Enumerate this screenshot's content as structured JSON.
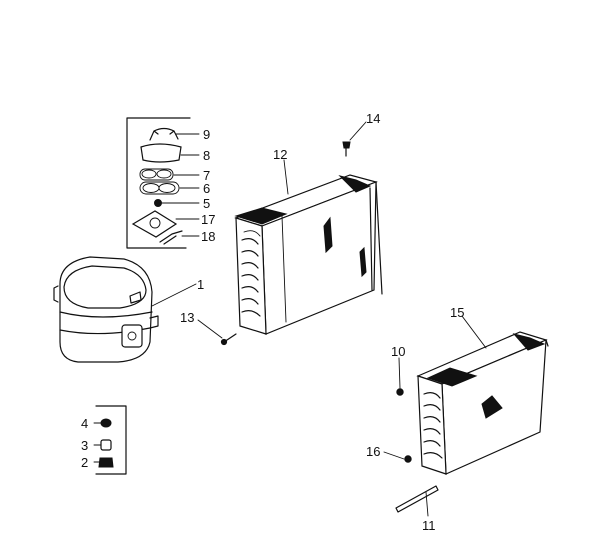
{
  "colors": {
    "ink": "#111111",
    "paper": "#ffffff"
  },
  "callouts": {
    "c1": "1",
    "c2": "2",
    "c3": "3",
    "c4": "4",
    "c5": "5",
    "c6": "6",
    "c7": "7",
    "c8": "8",
    "c9": "9",
    "c10": "10",
    "c11": "11",
    "c12": "12",
    "c13": "13",
    "c14": "14",
    "c15": "15",
    "c16": "16",
    "c17": "17",
    "c18": "18"
  }
}
